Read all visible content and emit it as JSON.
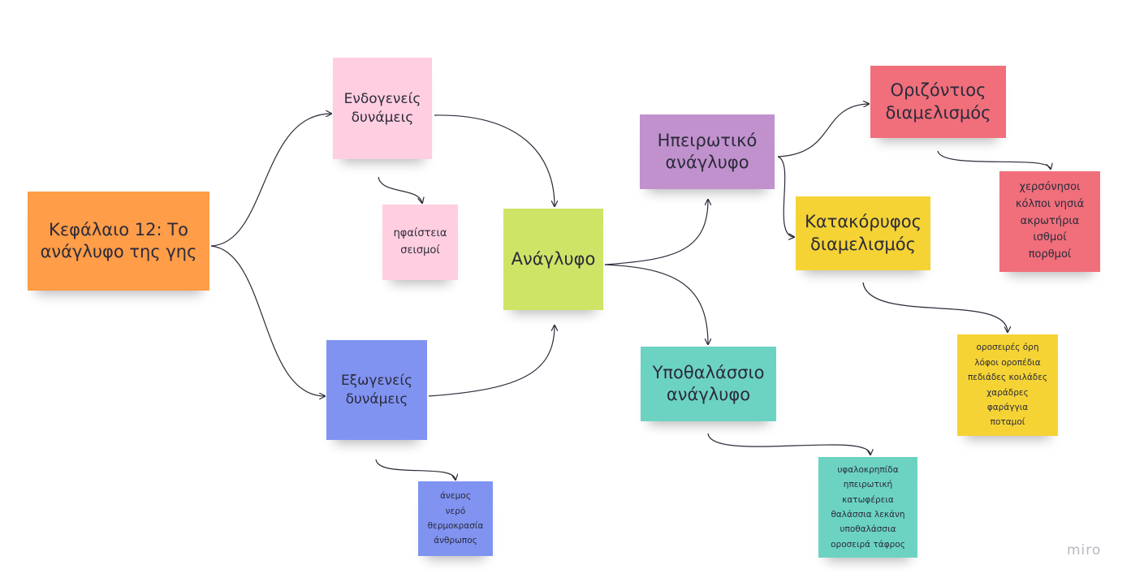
{
  "colors": {
    "orange": "#FF9D48",
    "pink": "#FFCEE0",
    "green": "#CDE466",
    "violet": "#C191CE",
    "blue": "#8093F1",
    "teal": "#6CD3C3",
    "red": "#F06F7B",
    "yellow": "#F5D334",
    "connector": "#2b2b3a"
  },
  "notes": {
    "chapter": "Κεφάλαιο 12: Το\nανάγλυφο της γης",
    "endogenous": "Ενδογενείς\nδυνάμεις",
    "endogenous_detail": "ηφαίστεια\nσεισμοί",
    "exogenous": "Εξωγενείς\nδυνάμεις",
    "exogenous_detail": "άνεμος\nνερό\nθερμοκρασία\nάνθρωπος",
    "relief": "Ανάγλυφο",
    "continental": "Ηπειρωτικό\nανάγλυφο",
    "submarine": "Υποθαλάσσιο\nανάγλυφο",
    "submarine_detail": "υφαλοκρηπίδα\nηπειρωτική\nκατωφέρεια\nθαλάσσια λεκάνη\nυποθαλάσσια\nοροσειρά τάφρος",
    "horizontal": "Οριζόντιος\nδιαμελισμός",
    "horizontal_detail": "χερσόνησοι\nκόλποι νησιά\nακρωτήρια\nισθμοί\nπορθμοί",
    "vertical": "Κατακόρυφος\nδιαμελισμός",
    "vertical_detail": "οροσειρές όρη\nλόφοι οροπέδια\nπεδιάδες κοιλάδες\nχαράδρες\nφαράγγια\nποταμοί"
  },
  "watermark": "miro"
}
